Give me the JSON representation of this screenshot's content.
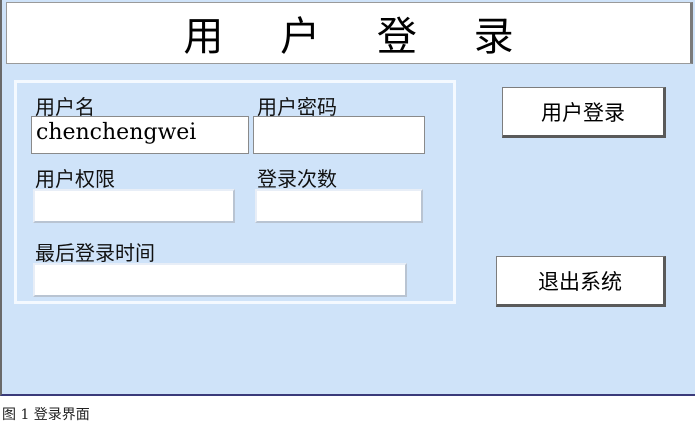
{
  "window": {
    "title": "用 户 登 录"
  },
  "form": {
    "username_label": "用户名",
    "username_value": "chenchengwei",
    "password_label": "用户密码",
    "password_value": "",
    "permission_label": "用户权限",
    "permission_value": "",
    "login_count_label": "登录次数",
    "login_count_value": "",
    "last_login_label": "最后登录时间",
    "last_login_value": ""
  },
  "buttons": {
    "login_label": "用户登录",
    "exit_label": "退出系统"
  },
  "caption": "图 1  登录界面"
}
